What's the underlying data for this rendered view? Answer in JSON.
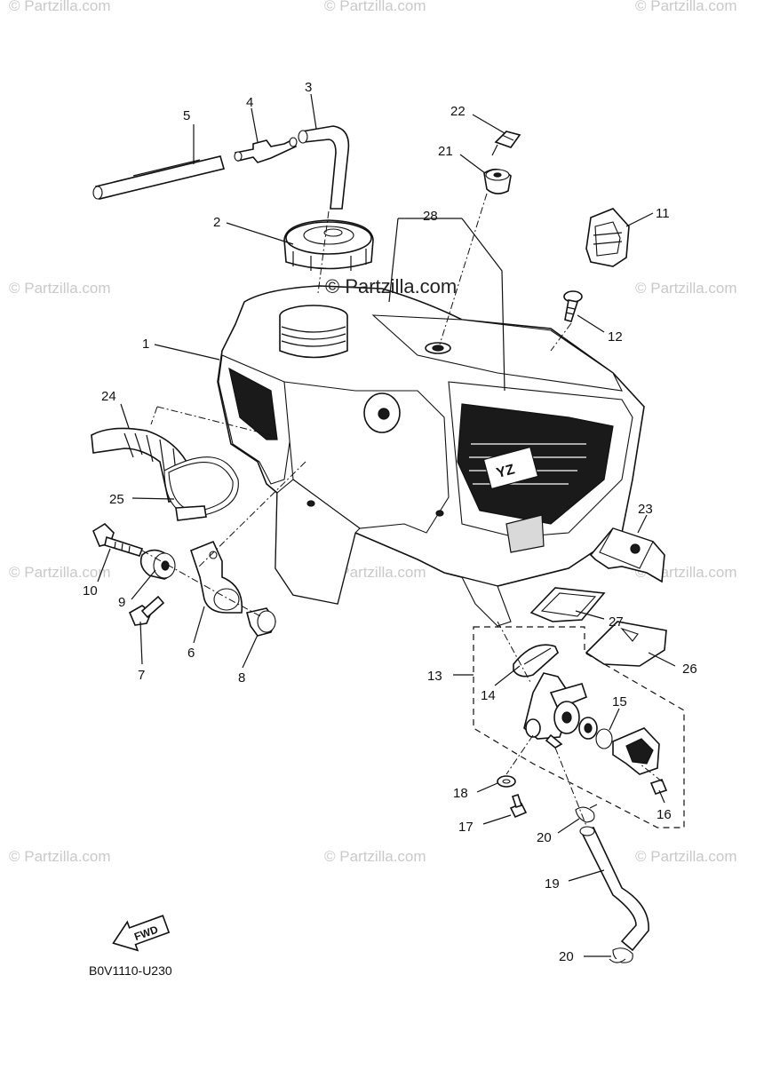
{
  "watermark": {
    "text": "© Partzilla.com",
    "center_text": "© Partzilla.com"
  },
  "diagram_code": "B0V1110-U230",
  "fwd_label": "FWD",
  "callouts": [
    {
      "id": "1",
      "label": "1"
    },
    {
      "id": "2",
      "label": "2"
    },
    {
      "id": "3",
      "label": "3"
    },
    {
      "id": "4",
      "label": "4"
    },
    {
      "id": "5",
      "label": "5"
    },
    {
      "id": "6",
      "label": "6"
    },
    {
      "id": "7",
      "label": "7"
    },
    {
      "id": "8",
      "label": "8"
    },
    {
      "id": "9",
      "label": "9"
    },
    {
      "id": "10",
      "label": "10"
    },
    {
      "id": "11",
      "label": "11"
    },
    {
      "id": "12",
      "label": "12"
    },
    {
      "id": "13",
      "label": "13"
    },
    {
      "id": "14",
      "label": "14"
    },
    {
      "id": "15",
      "label": "15"
    },
    {
      "id": "16",
      "label": "16"
    },
    {
      "id": "17",
      "label": "17"
    },
    {
      "id": "18",
      "label": "18"
    },
    {
      "id": "19",
      "label": "19"
    },
    {
      "id": "20a",
      "label": "20"
    },
    {
      "id": "20b",
      "label": "20"
    },
    {
      "id": "21",
      "label": "21"
    },
    {
      "id": "22",
      "label": "22"
    },
    {
      "id": "23",
      "label": "23"
    },
    {
      "id": "24",
      "label": "24"
    },
    {
      "id": "25",
      "label": "25"
    },
    {
      "id": "26",
      "label": "26"
    },
    {
      "id": "27",
      "label": "27"
    },
    {
      "id": "28",
      "label": "28"
    }
  ],
  "tank_logo": "YZ"
}
